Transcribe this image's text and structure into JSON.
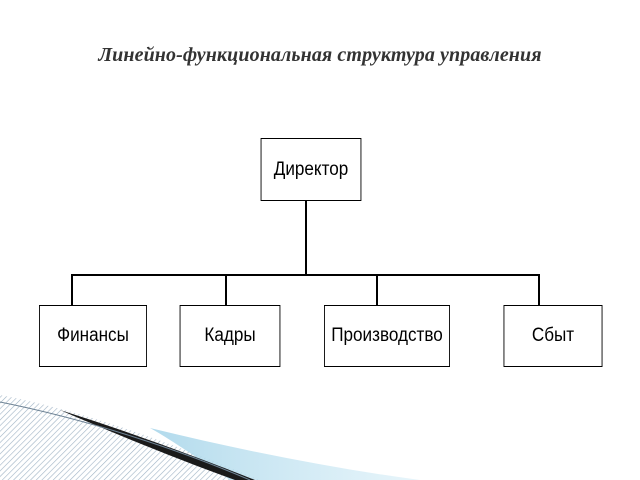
{
  "slide": {
    "title": "Линейно-функциональная структура управления"
  },
  "org_chart": {
    "root": "Директор",
    "children": [
      "Финансы",
      "Кадры",
      "Производство",
      "Сбыт"
    ]
  }
}
